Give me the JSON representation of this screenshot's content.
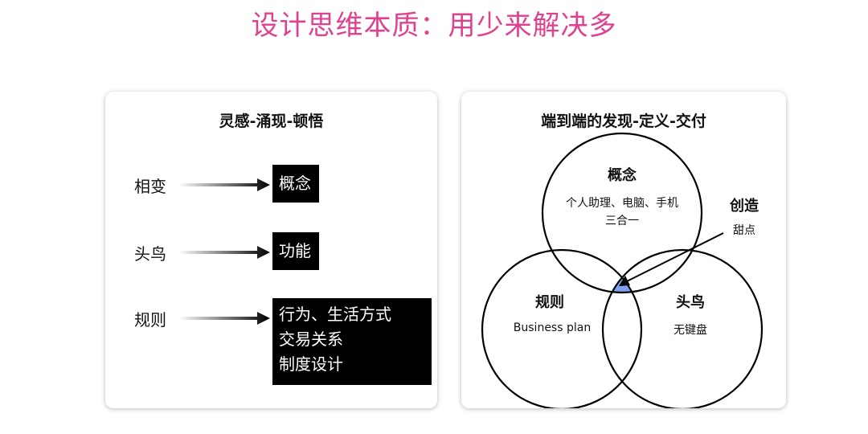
{
  "page_title": "设计思维本质：用少来解决多",
  "left_panel": {
    "title": "灵感-涌现-顿悟",
    "rows": [
      {
        "label": "相变",
        "result_lines": [
          "概念"
        ]
      },
      {
        "label": "头鸟",
        "result_lines": [
          "功能"
        ]
      },
      {
        "label": "规则",
        "result_lines": [
          "行为、生活方式",
          "交易关系",
          "制度设计"
        ]
      }
    ]
  },
  "right_panel": {
    "title": "端到端的发现-定义-交付",
    "top_circle": {
      "title": "概念",
      "lines": [
        "个人助理、电脑、手机",
        "三合一"
      ]
    },
    "left_circle": {
      "title": "规则",
      "subtitle": "Business plan"
    },
    "right_circle": {
      "title": "头鸟",
      "subtitle": "无键盘"
    },
    "callout": {
      "title": "创造",
      "subtitle": "甜点"
    }
  },
  "colors": {
    "title": "#e0418f",
    "sweet_spot": "#7f9ff2",
    "box_bg": "#000000"
  }
}
